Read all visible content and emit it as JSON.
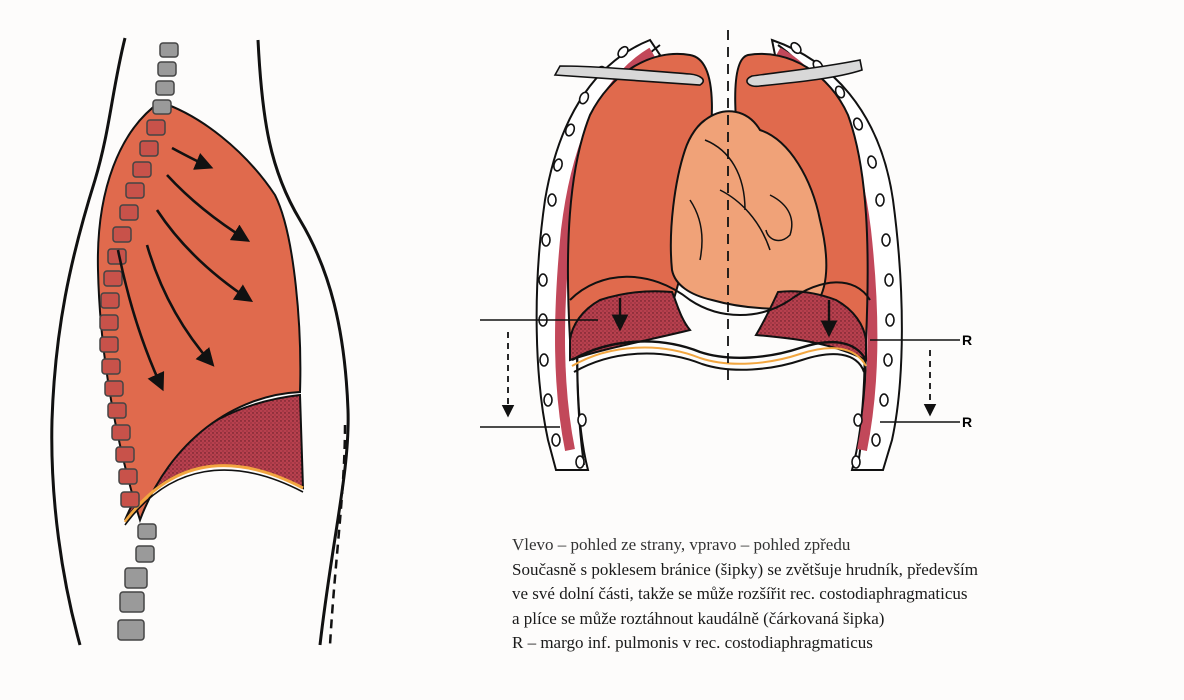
{
  "labels": {
    "r_upper": "R",
    "r_lower": "R"
  },
  "caption": {
    "line1": "Vlevo – pohled ze strany, vpravo – pohled zpředu",
    "line2": "Současně s poklesem bránice (šipky) se zvětšuje hrudník, především",
    "line3": "ve své dolní části, takže se může rozšířit rec. costodiaphragmaticus",
    "line4": "a plíce se může roztáhnout kaudálně (čárkovaná šipka)",
    "line5": "R – margo inf. pulmonis v rec. costodiaphragmaticus"
  },
  "colors": {
    "lung": "#e06a4d",
    "lung_dark": "#c2485a",
    "diaphragm": "#b8404e",
    "heart": "#f0a278",
    "vertebra": "#9a9a9a",
    "outline": "#111111"
  }
}
